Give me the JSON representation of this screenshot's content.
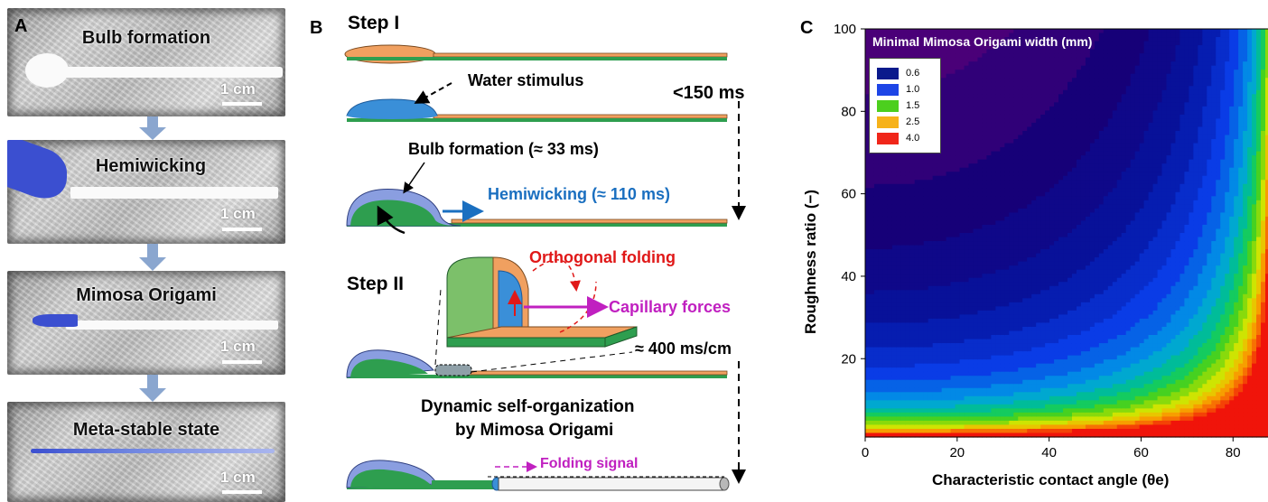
{
  "panel_a": {
    "letter": "A",
    "photos": [
      {
        "title": "Bulb formation",
        "scale": "1 cm"
      },
      {
        "title": "Hemiwicking",
        "scale": "1 cm"
      },
      {
        "title": "Mimosa Origami",
        "scale": "1 cm"
      },
      {
        "title": "Meta-stable state",
        "scale": "1 cm"
      }
    ],
    "colors": {
      "arrow": "#8aa6cf",
      "blue_liquid": "#3b4fd0"
    }
  },
  "panel_b": {
    "letter": "B",
    "step1": "Step I",
    "step2": "Step II",
    "water_stimulus": "Water stimulus",
    "t150": "<150 ms",
    "bulb_formation": "Bulb formation (≈ 33 ms)",
    "hemiwicking": "Hemiwicking (≈ 110 ms)",
    "orthogonal_folding": "Orthogonal folding",
    "capillary_forces": "Capillary forces",
    "t400": "≈ 400 ms/cm",
    "dynamic_line1": "Dynamic self-organization",
    "dynamic_line2": "by Mimosa Origami",
    "folding_signal": "Folding signal",
    "colors": {
      "green": "#2e9e4f",
      "orange": "#f0a060",
      "blue": "#3a8fd8",
      "red": "#e01818",
      "magenta": "#c020c0",
      "hemi_blue": "#1a6fc0"
    }
  },
  "panel_c": {
    "letter": "C",
    "chart_data": {
      "type": "heatmap",
      "title": "Minimal Mimosa Origami width (mm)",
      "xlabel": "Characteristic contact angle (θe)",
      "ylabel": "Roughness ratio (−)",
      "xlim": [
        0,
        88
      ],
      "ylim": [
        1,
        100
      ],
      "xticks": [
        "0",
        "20",
        "40",
        "60",
        "80"
      ],
      "yticks": [
        "20",
        "40",
        "60",
        "80",
        "100"
      ],
      "legend_position": "top-left",
      "legend": [
        {
          "label": "0.6",
          "color": "#0a1a8c"
        },
        {
          "label": "1.0",
          "color": "#1d45e6"
        },
        {
          "label": "1.5",
          "color": "#4ccf1e"
        },
        {
          "label": "2.5",
          "color": "#f6b21a"
        },
        {
          "label": "4.0",
          "color": "#f0261a"
        }
      ]
    }
  }
}
